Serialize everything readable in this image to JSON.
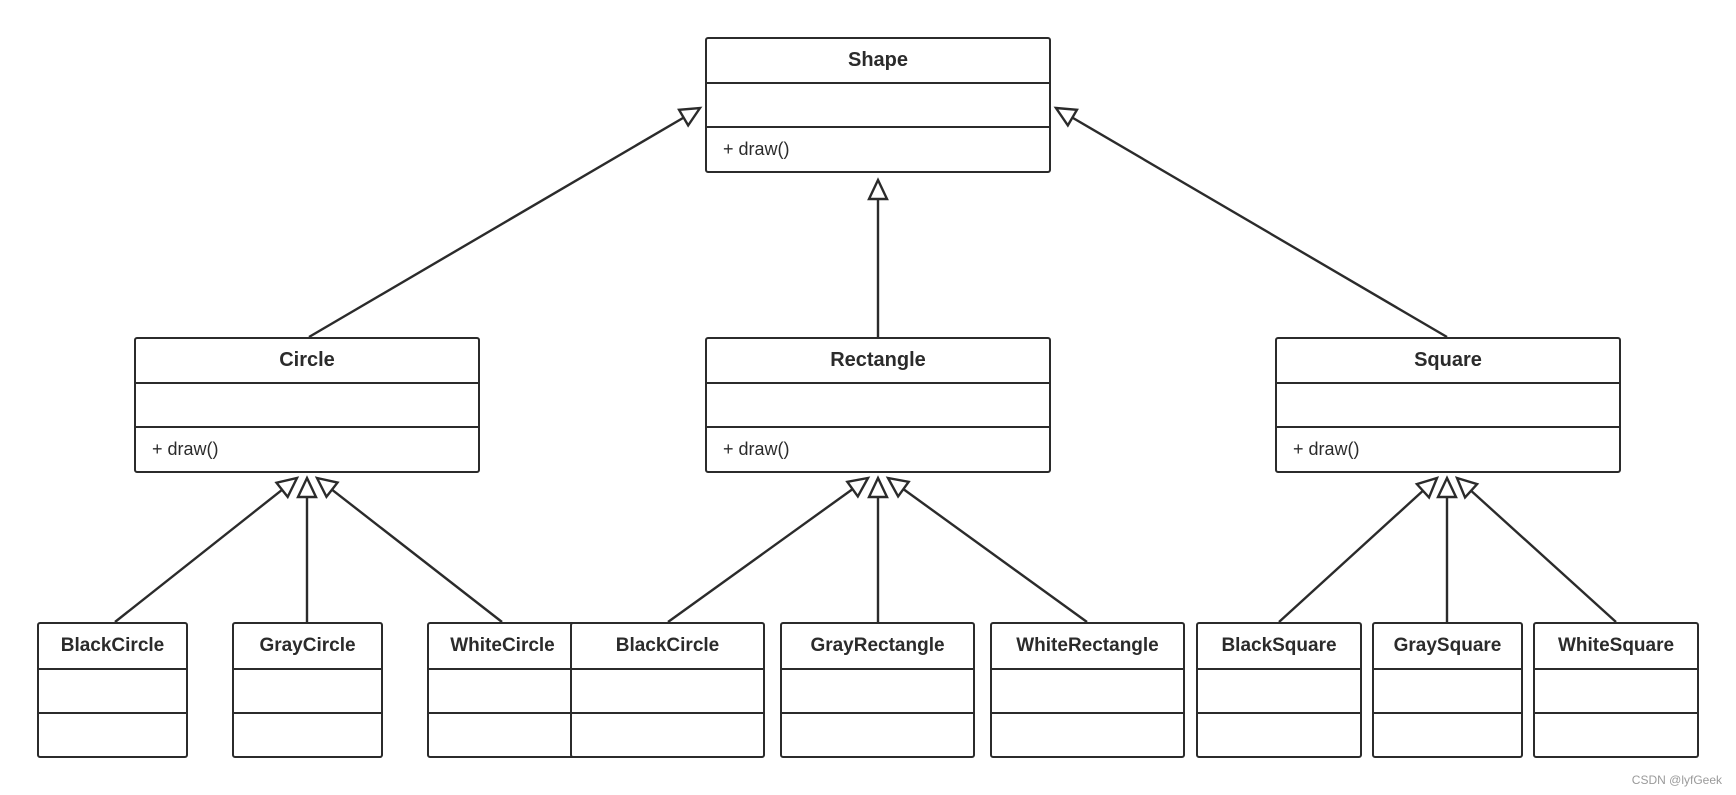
{
  "diagram": {
    "classes": [
      {
        "id": "box-shape",
        "name": "Shape",
        "attributes": "",
        "methods": "+ draw()"
      },
      {
        "id": "box-circle",
        "name": "Circle",
        "attributes": "",
        "methods": "+ draw()"
      },
      {
        "id": "box-rectangle",
        "name": "Rectangle",
        "attributes": "",
        "methods": "+ draw()"
      },
      {
        "id": "box-square",
        "name": "Square",
        "attributes": "",
        "methods": "+ draw()"
      },
      {
        "id": "box-black-circle",
        "name": "BlackCircle",
        "attributes": "",
        "methods": ""
      },
      {
        "id": "box-gray-circle",
        "name": "GrayCircle",
        "attributes": "",
        "methods": ""
      },
      {
        "id": "box-white-circle",
        "name": "WhiteCircle",
        "attributes": "",
        "methods": ""
      },
      {
        "id": "box-black-circle-2",
        "name": "BlackCircle",
        "attributes": "",
        "methods": ""
      },
      {
        "id": "box-gray-rectangle",
        "name": "GrayRectangle",
        "attributes": "",
        "methods": ""
      },
      {
        "id": "box-white-rectangle",
        "name": "WhiteRectangle",
        "attributes": "",
        "methods": ""
      },
      {
        "id": "box-black-square",
        "name": "BlackSquare",
        "attributes": "",
        "methods": ""
      },
      {
        "id": "box-gray-square",
        "name": "GraySquare",
        "attributes": "",
        "methods": ""
      },
      {
        "id": "box-white-square",
        "name": "WhiteSquare",
        "attributes": "",
        "methods": ""
      }
    ],
    "relations": [
      {
        "type": "generalization",
        "from": "Circle",
        "to": "Shape"
      },
      {
        "type": "generalization",
        "from": "Rectangle",
        "to": "Shape"
      },
      {
        "type": "generalization",
        "from": "Square",
        "to": "Shape"
      },
      {
        "type": "generalization",
        "from": "BlackCircle",
        "to": "Circle"
      },
      {
        "type": "generalization",
        "from": "GrayCircle",
        "to": "Circle"
      },
      {
        "type": "generalization",
        "from": "WhiteCircle",
        "to": "Circle"
      },
      {
        "type": "generalization",
        "from": "BlackCircle",
        "to": "Rectangle"
      },
      {
        "type": "generalization",
        "from": "GrayRectangle",
        "to": "Rectangle"
      },
      {
        "type": "generalization",
        "from": "WhiteRectangle",
        "to": "Rectangle"
      },
      {
        "type": "generalization",
        "from": "BlackSquare",
        "to": "Square"
      },
      {
        "type": "generalization",
        "from": "GraySquare",
        "to": "Square"
      },
      {
        "type": "generalization",
        "from": "WhiteSquare",
        "to": "Square"
      }
    ],
    "line_color": "#2b2b2b",
    "background": "#ffffff"
  },
  "watermark": "CSDN @lyfGeek"
}
